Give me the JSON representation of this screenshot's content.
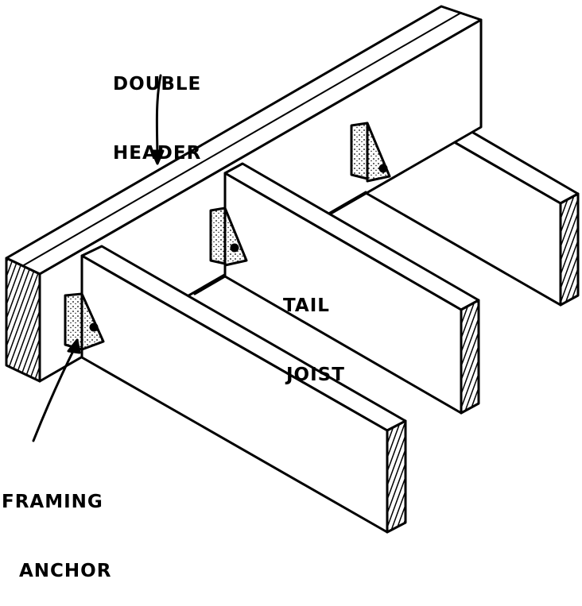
{
  "labels": {
    "header_line1": "DOUBLE",
    "header_line2": "HEADER",
    "joist_line1": "TAIL",
    "joist_line2": "JOIST",
    "anchor_line1": "FRAMING",
    "anchor_line2": "ANCHOR"
  },
  "colors": {
    "ink": "#000000",
    "paper": "#ffffff"
  }
}
